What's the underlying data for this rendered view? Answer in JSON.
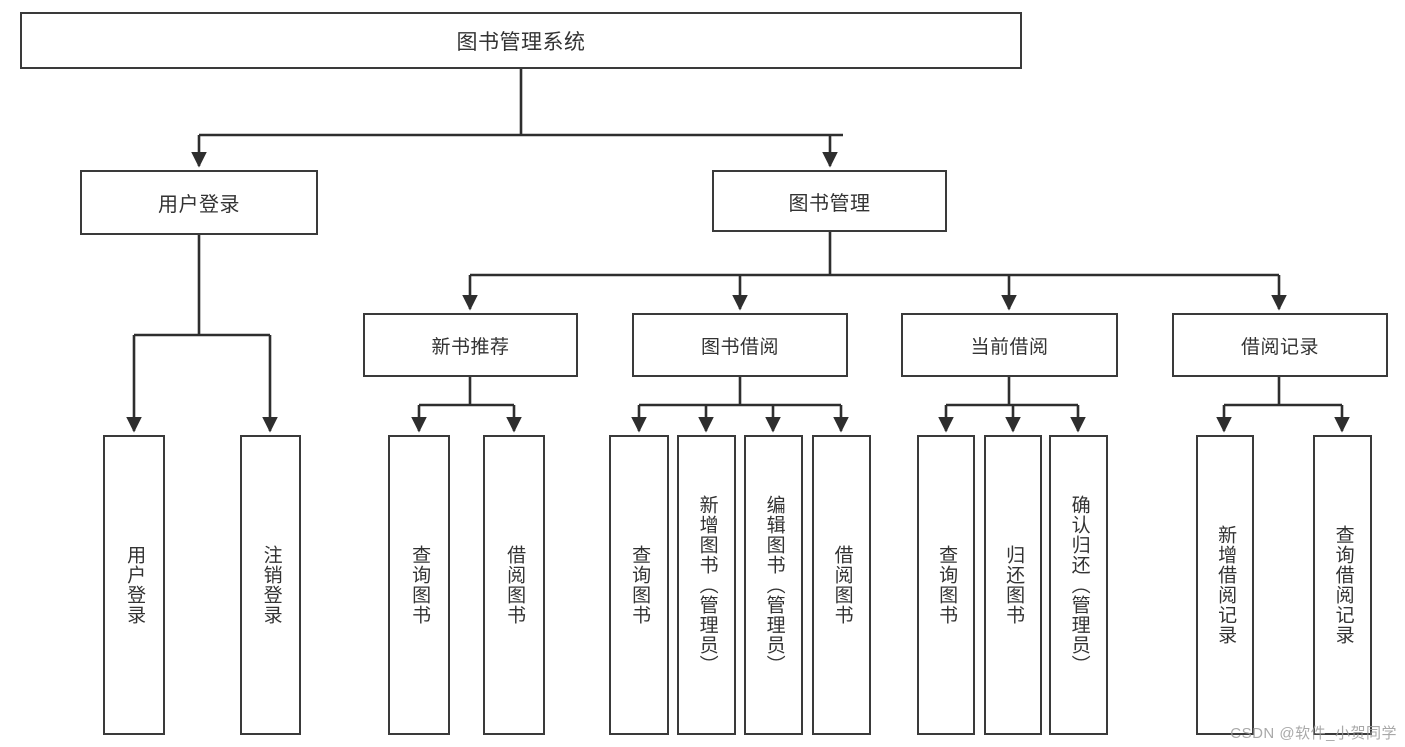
{
  "diagram": {
    "title": "图书管理系统",
    "type": "tree-hierarchy",
    "root": {
      "label": "图书管理系统"
    },
    "level1": [
      {
        "label": "用户登录"
      },
      {
        "label": "图书管理"
      }
    ],
    "level2": [
      {
        "label": "新书推荐"
      },
      {
        "label": "图书借阅"
      },
      {
        "label": "当前借阅"
      },
      {
        "label": "借阅记录"
      }
    ],
    "leaves": {
      "user_login": [
        {
          "label": "用户登录"
        },
        {
          "label": "注销登录"
        }
      ],
      "new_book_recommend": [
        {
          "label": "查询图书"
        },
        {
          "label": "借阅图书"
        }
      ],
      "book_borrow": [
        {
          "label": "查询图书"
        },
        {
          "label": "新增图书（管理员）"
        },
        {
          "label": "编辑图书（管理员）"
        },
        {
          "label": "借阅图书"
        }
      ],
      "current_borrow": [
        {
          "label": "查询图书"
        },
        {
          "label": "归还图书"
        },
        {
          "label": "确认归还（管理员）"
        }
      ],
      "borrow_record": [
        {
          "label": "新增借阅记录"
        },
        {
          "label": "查询借阅记录"
        }
      ]
    }
  },
  "watermark": {
    "text": "CSDN @软件_小贺同学"
  },
  "colors": {
    "box_border": "#3a3a3a",
    "box_fill": "#ffffff",
    "text": "#333333",
    "connector": "#2e2e2e",
    "watermark": "#9a9a9a"
  }
}
